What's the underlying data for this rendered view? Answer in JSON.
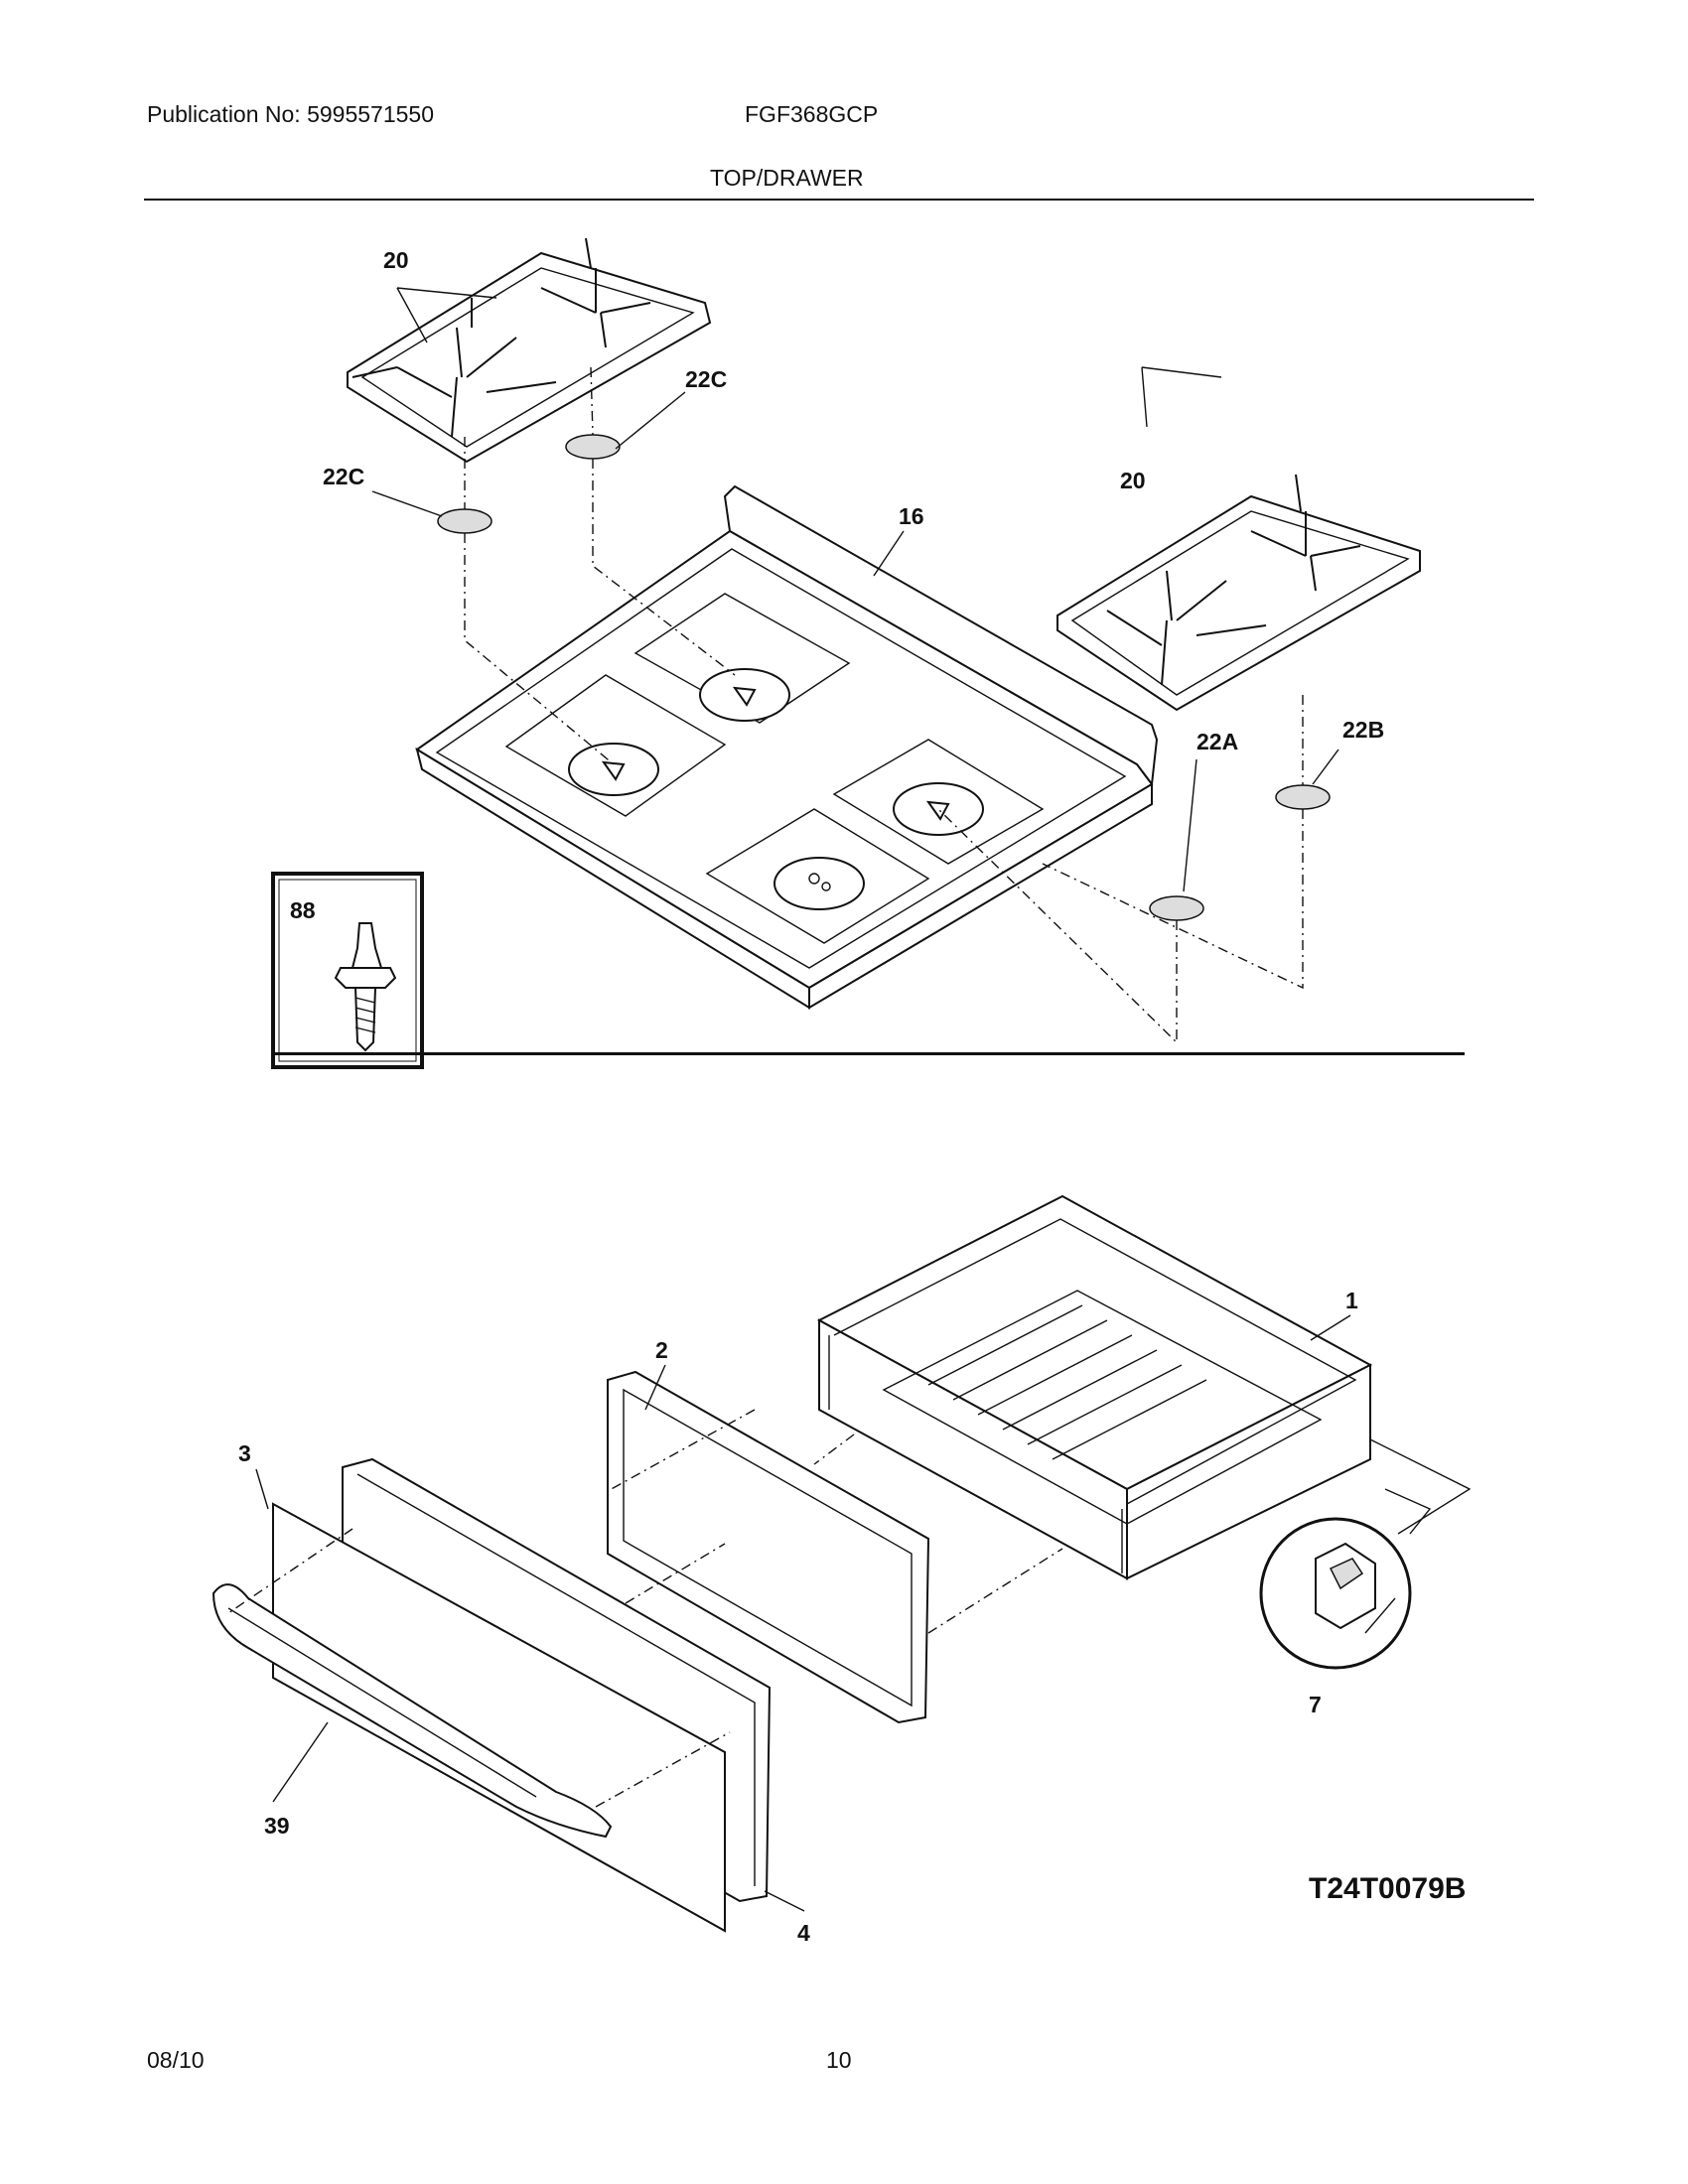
{
  "header": {
    "publication": "Publication No: 5995571550",
    "model": "FGF368GCP",
    "section_title": "TOP/DRAWER"
  },
  "parts": {
    "grate_left": "20",
    "grate_right": "20",
    "cap_22c_upper": "22C",
    "cap_22c_lower": "22C",
    "cooktop": "16",
    "cap_22a": "22A",
    "cap_22b": "22B",
    "screw": "88",
    "drawer_body": "1",
    "gasket": "2",
    "outer_panel": "3",
    "inner_panel": "4",
    "handle": "39",
    "clip": "7"
  },
  "diagram_code": "T24T0079B",
  "footer": {
    "date": "08/10",
    "page": "10"
  }
}
